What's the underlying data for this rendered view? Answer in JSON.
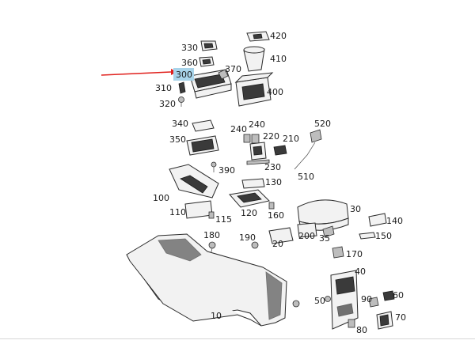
{
  "diagram": {
    "labels": [
      "330",
      "360",
      "300",
      "310",
      "320",
      "370",
      "420",
      "410",
      "400",
      "340",
      "350",
      "240",
      "240",
      "220",
      "210",
      "520",
      "390",
      "230",
      "510",
      "100",
      "130",
      "110",
      "115",
      "120",
      "160",
      "30",
      "140",
      "180",
      "190",
      "200",
      "35",
      "150",
      "20",
      "170",
      "40",
      "60",
      "50",
      "90",
      "80",
      "70",
      "10"
    ],
    "highlight_label": "300",
    "highlight_color": "#a8d4ea",
    "arrow_color": "#e0201c"
  }
}
